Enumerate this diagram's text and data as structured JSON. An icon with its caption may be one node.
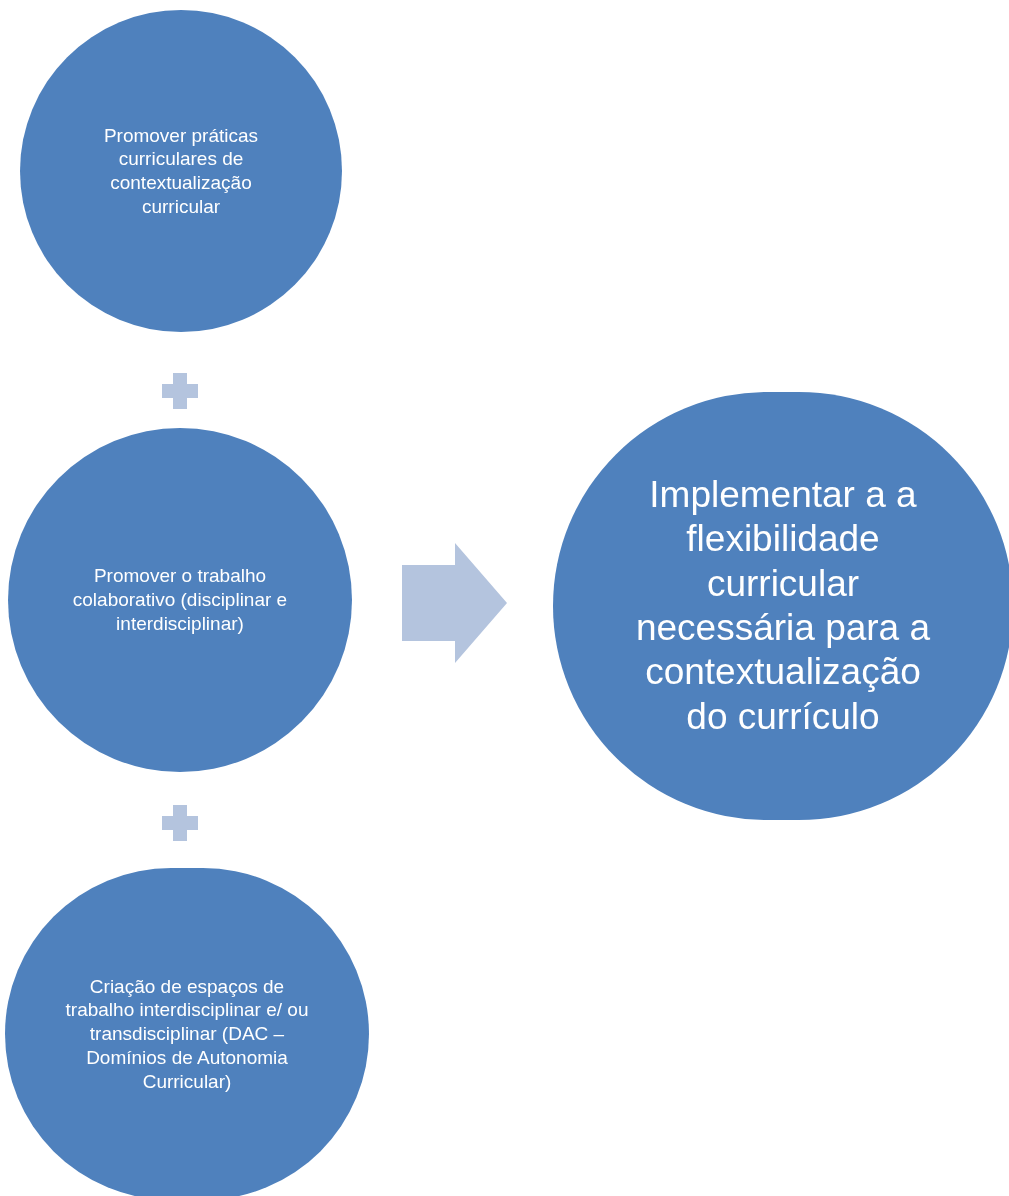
{
  "diagram": {
    "nodes": [
      {
        "text": [
          "Promover práticas curriculares de contextualização curricular"
        ]
      },
      {
        "text": [
          "Promover o trabalho colaborativo (disciplinar e interdisciplinar)"
        ]
      },
      {
        "text": [
          "Criação de espaços de trabalho interdisciplinar e/ ou transdisciplinar (DAC – Domínios de Autonomia Curricular)"
        ]
      },
      {
        "text": [
          "Implementar a a flexibilidade curricular necessária para a contextualização do currículo"
        ]
      }
    ],
    "edges": [
      {
        "from": 1,
        "to": 3,
        "arrow": "to",
        "style": "thick"
      }
    ]
  }
}
